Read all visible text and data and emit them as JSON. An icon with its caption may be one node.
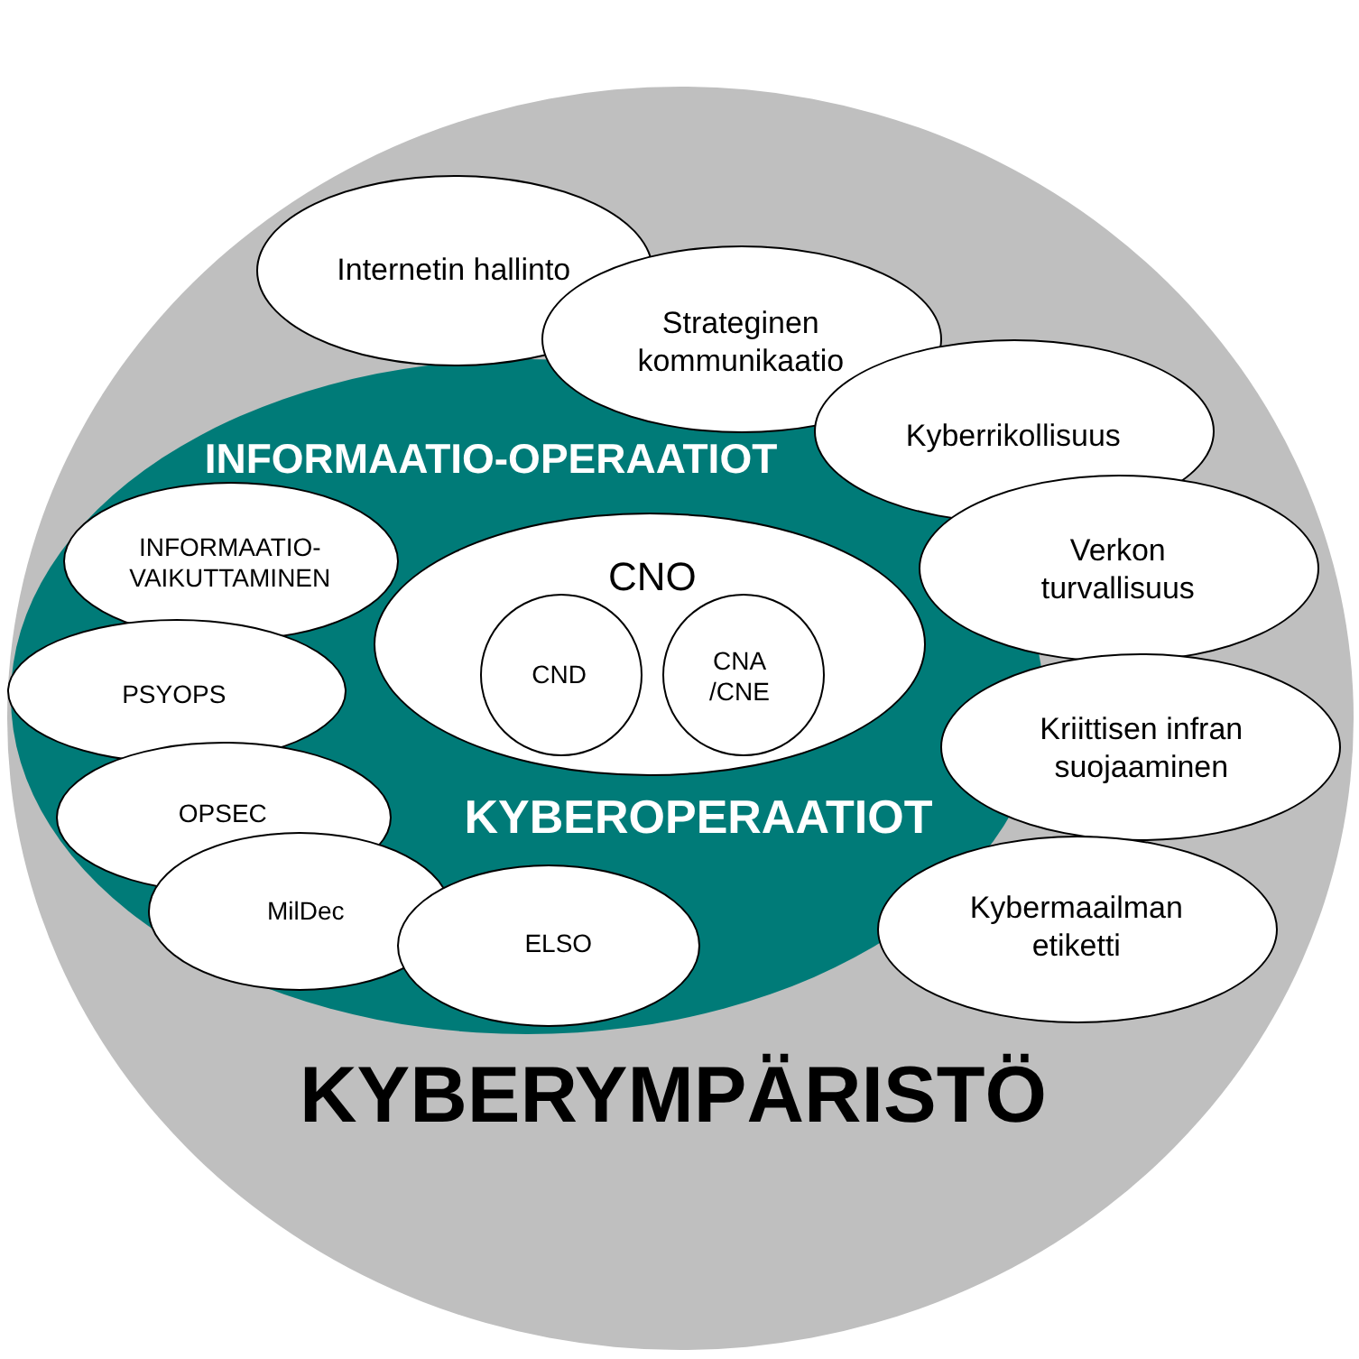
{
  "diagram": {
    "nodes": [
      {
        "text": [
          "KYBERYMPÄRISTÖ"
        ]
      },
      {
        "text": [
          "Internetin hallinto"
        ],
        "in": 0
      },
      {
        "text": [
          "Strateginen kommunikaatio"
        ],
        "in": 0
      },
      {
        "text": [
          "Kyberrikollisuus"
        ],
        "in": 0
      },
      {
        "text": [
          "INFORMAATIO-OPERAATIOT",
          "KYBEROPERAATIOT"
        ],
        "in": 0
      },
      {
        "text": [
          "INFORMAATIO-VAIKUTTAMINEN"
        ],
        "in": 4
      },
      {
        "text": [
          "CNO"
        ],
        "in": 4
      },
      {
        "text": [
          "CND"
        ],
        "in": 6
      },
      {
        "text": [
          "CNA /CNE"
        ],
        "in": 6
      },
      {
        "text": [
          "Verkon turvallisuus"
        ],
        "in": 0
      },
      {
        "text": [
          "PSYOPS"
        ],
        "in": 4
      },
      {
        "text": [
          "Kriittisen infran suojaaminen"
        ],
        "in": 0
      },
      {
        "text": [
          "OPSEC"
        ],
        "in": 4
      },
      {
        "text": [
          "MilDec"
        ],
        "in": 4
      },
      {
        "text": [
          "ELSO"
        ],
        "in": 4
      },
      {
        "text": [
          "Kybermaailman etiketti"
        ],
        "in": 0
      }
    ]
  }
}
